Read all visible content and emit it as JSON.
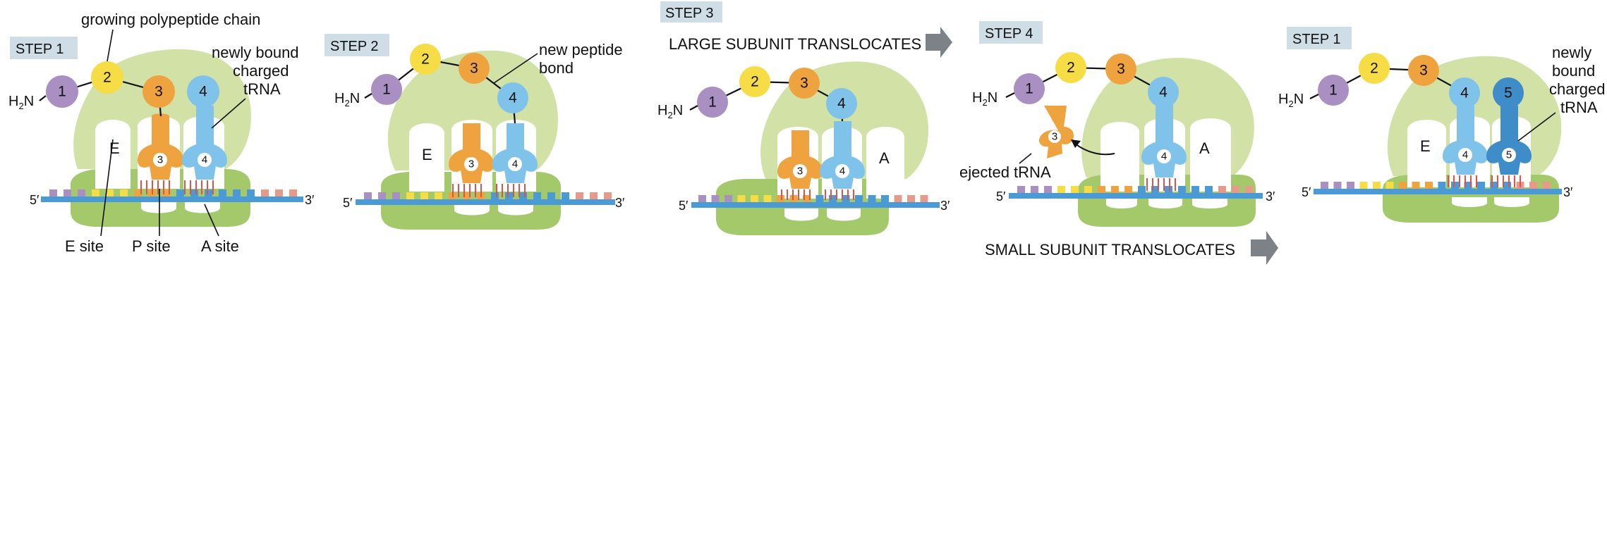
{
  "panels": [
    {
      "step": "STEP 1",
      "chain": [
        "1",
        "2",
        "3",
        "4"
      ],
      "sites": [
        "E",
        "P site",
        "A site"
      ],
      "e_site_label": "E site",
      "annotations": {
        "chain": "growing polypeptide chain",
        "trna": [
          "newly bound",
          "charged",
          "tRNA"
        ]
      }
    },
    {
      "step": "STEP 2",
      "chain": [
        "1",
        "2",
        "3",
        "4"
      ],
      "annotations": {
        "bond": [
          "new peptide",
          "bond"
        ]
      }
    },
    {
      "step": "STEP 3",
      "chain": [
        "1",
        "2",
        "3",
        "4"
      ],
      "caption": "LARGE SUBUNIT TRANSLOCATES"
    },
    {
      "step": "STEP 4",
      "chain": [
        "1",
        "2",
        "3",
        "4"
      ],
      "caption": "SMALL SUBUNIT TRANSLOCATES",
      "ejected": "ejected tRNA"
    },
    {
      "step": "STEP 1",
      "chain": [
        "1",
        "2",
        "3",
        "4",
        "5"
      ],
      "annotations": {
        "trna": [
          "newly",
          "bound",
          "charged",
          "tRNA"
        ]
      }
    }
  ],
  "labels": {
    "h2n_main": "H",
    "h2n_sub": "2",
    "h2n_tail": "N",
    "five_prime": "5′",
    "three_prime": "3′",
    "e": "E",
    "a": "A",
    "e_site": "E site",
    "p_site": "P site",
    "a_site": "A site"
  },
  "colors": {
    "large_subunit": "#d2e2a6",
    "small_subunit": "#a3c96a",
    "mrna": "#4a9ad6",
    "aa1": "#a98fc2",
    "aa2": "#f6dc45",
    "aa3": "#eea33f",
    "aa4": "#7fc3ea",
    "aa5": "#3e8cc8",
    "trna_p": "#eea33f",
    "trna_a": "#7fc3ea",
    "trna_new": "#3e8cc8",
    "codon_purple": "#a98fc2",
    "codon_yellow": "#f6dc45",
    "codon_orange": "#eea33f",
    "codon_blue": "#4a9ad6",
    "codon_pink": "#e89a8a",
    "arrow": "#7c8287",
    "step_box": "#cfdde6"
  }
}
